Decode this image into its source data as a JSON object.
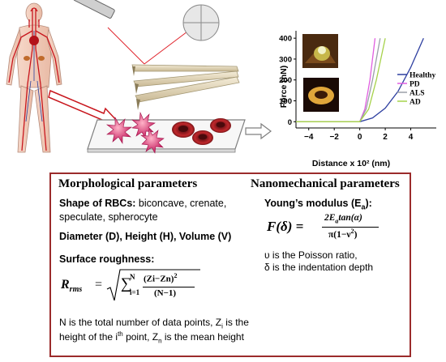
{
  "chart_data": {
    "type": "line",
    "xlabel": "Distance x 10² (nm)",
    "ylabel": "Force (nN)",
    "xlim": [
      -5,
      6
    ],
    "ylim": [
      -30,
      420
    ],
    "x_ticks": [
      -4,
      -2,
      0,
      2,
      4
    ],
    "y_ticks": [
      0,
      100,
      200,
      300,
      400
    ],
    "series": [
      {
        "name": "Healthy",
        "color": "#2e3fa0",
        "x": [
          -5,
          0,
          1,
          2,
          3,
          4,
          5
        ],
        "y": [
          0,
          0,
          18,
          65,
          145,
          260,
          400
        ]
      },
      {
        "name": "PD",
        "color": "#e05ee0",
        "x": [
          -5,
          0,
          0.4,
          0.8,
          1.2
        ],
        "y": [
          0,
          0,
          60,
          200,
          400
        ]
      },
      {
        "name": "ALS",
        "color": "#9aa0a8",
        "x": [
          -5,
          0,
          0.5,
          1.0,
          1.6
        ],
        "y": [
          0,
          0,
          60,
          200,
          400
        ]
      },
      {
        "name": "AD",
        "color": "#a6d24a",
        "x": [
          -5,
          0,
          0.7,
          1.3,
          2.0
        ],
        "y": [
          0,
          0,
          60,
          200,
          400
        ]
      }
    ],
    "legend_position": "bottom-right"
  },
  "panel": {
    "morph_title": "Morphological parameters",
    "nano_title": "Nanomechanical parameters",
    "shape_label": "Shape of RBCs:",
    "shape_values_1": " biconcave, crenate,",
    "shape_values_2": "speculate, spherocyte",
    "dims": "Diameter (D), Height (H), Volume (V)",
    "roughness": "Surface roughness:",
    "formula_lhs_R": "R",
    "formula_lhs_sub": "rms",
    "formula_eq": "=",
    "sum_symbol": "∑",
    "sum_sub": "i=1",
    "sum_sup": "N",
    "num_text": "(Zi−Zn)",
    "num_sup": "2",
    "den_text": "(N−1)",
    "n_note_1a": "N is the total number of data points, Z",
    "n_note_1_sub": "i",
    "n_note_1b": " is the",
    "n_note_2a": "height of the i",
    "n_note_2_sup": "th",
    "n_note_2b": " point, Z",
    "n_note_2_sub": "n",
    "n_note_2c": " is the mean height",
    "young_a": "Young’s modulus (E",
    "young_sub": "a",
    "young_b": "):",
    "f_lhs": "F(δ) =",
    "f_num_a": "2E",
    "f_num_sub": "a",
    "f_num_b": "tan(α)",
    "f_den_a": "π(1−ν",
    "f_den_sup": "2",
    "f_den_b": ")",
    "poisson": "υ is the Poisson ratio,",
    "indent": "δ is the indentation depth"
  }
}
